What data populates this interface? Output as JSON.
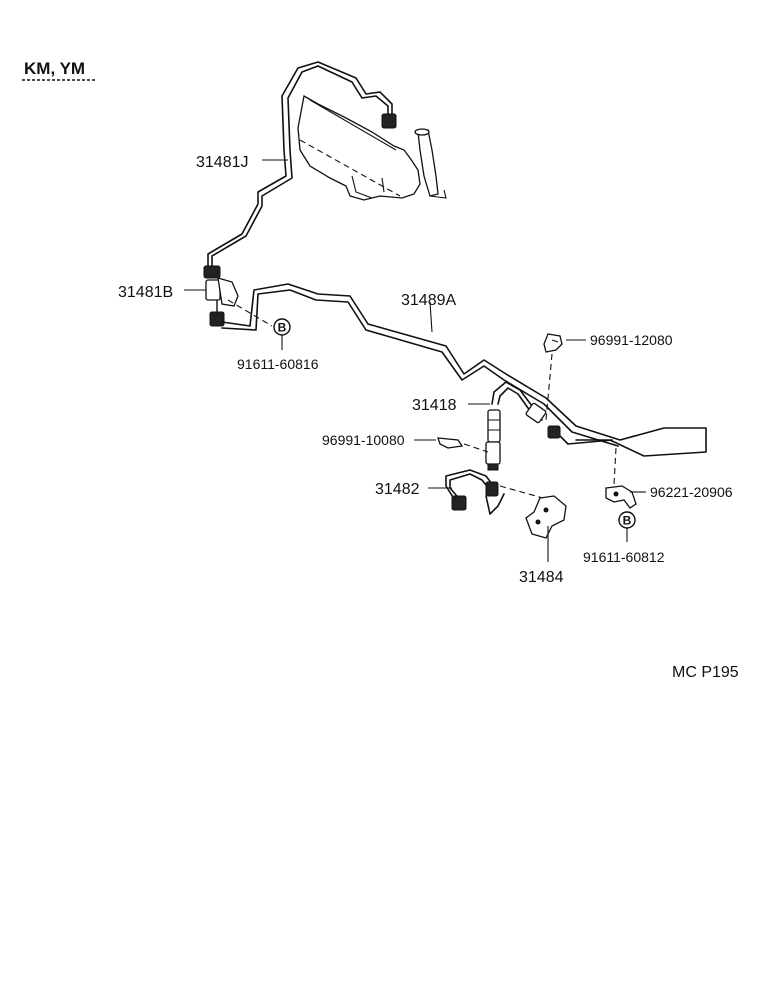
{
  "header": {
    "model": "KM, YM"
  },
  "diagram_ref": "MC P195",
  "parts": {
    "p31481J": "31481J",
    "p31481B": "31481B",
    "p31489A": "31489A",
    "p91611_60816": "91611-60816",
    "p96991_12080": "96991-12080",
    "p31418": "31418",
    "p96991_10080": "96991-10080",
    "p31482": "31482",
    "p96221_20906": "96221-20906",
    "p31484": "31484",
    "p91611_60812": "91611-60812"
  },
  "callouts": {
    "b1": "B",
    "b2": "B"
  }
}
